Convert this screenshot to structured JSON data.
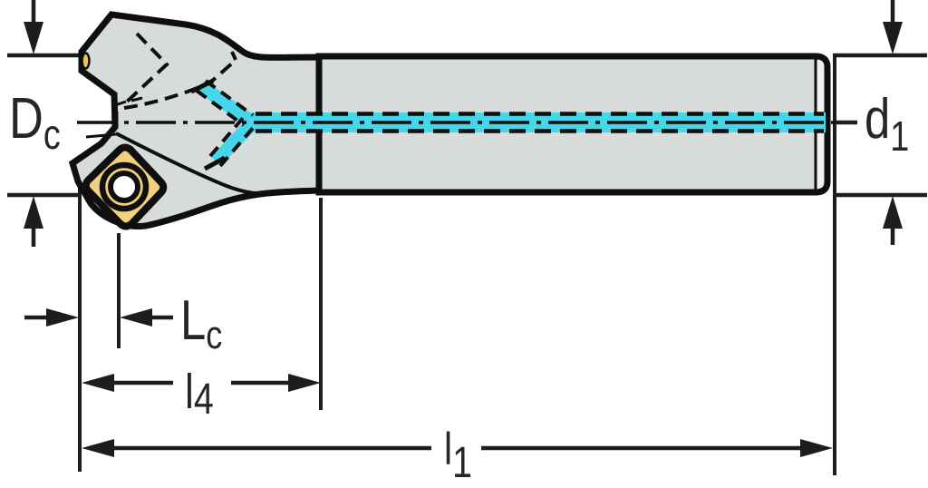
{
  "diagram": {
    "labels": {
      "dc": {
        "main": "D",
        "sub": "c"
      },
      "d1": {
        "main": "d",
        "sub": "1"
      },
      "lc": {
        "main": "L",
        "sub": "c"
      },
      "l4": {
        "main": "l",
        "sub": "4"
      },
      "l1": {
        "main": "l",
        "sub": "1"
      }
    },
    "colors": {
      "body_gray": "#d7dbda",
      "end_cap_gray": "#eef1f0",
      "outline_black": "#0f0f0f",
      "coolant_cyan": "#45d6e9",
      "insert_yellow": "#f2d07e",
      "hidden_insert_yellow": "#e9c45f",
      "dimension_line": "#1d1d1d",
      "label_text": "#262626",
      "label_background": "#ffffff"
    }
  }
}
